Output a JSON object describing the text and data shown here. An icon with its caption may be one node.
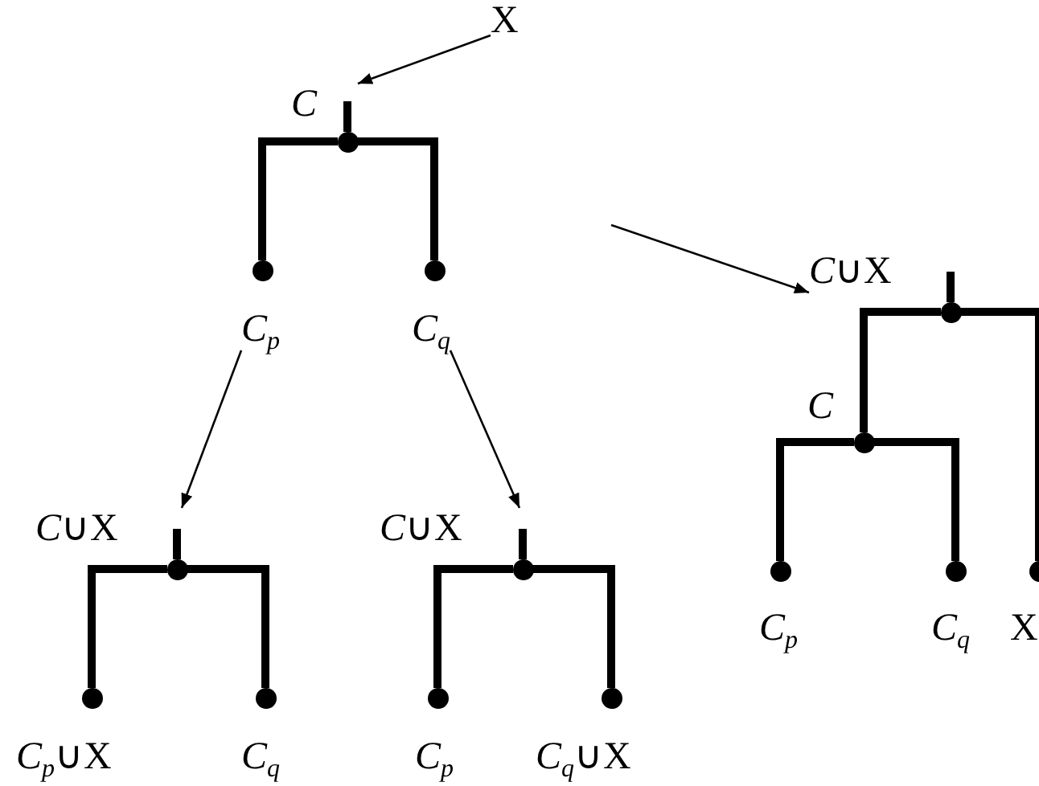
{
  "diagram": {
    "nodes": [
      {
        "text": [
          "X"
        ]
      },
      {
        "text": [
          "*C*"
        ]
      },
      {
        "text": [
          "*C*$_{p}$"
        ]
      },
      {
        "text": [
          "*C*$_{q}$"
        ]
      },
      {
        "text": [
          "*C*∪X"
        ]
      },
      {
        "text": [
          "*C*$_{p}$∪X"
        ]
      },
      {
        "text": [
          "*C*$_{q}$"
        ]
      },
      {
        "text": [
          "*C*∪X"
        ]
      },
      {
        "text": [
          "*C*$_{p}$"
        ]
      },
      {
        "text": [
          "*C*$_{q}$∪X"
        ]
      },
      {
        "text": [
          "*C*∪X"
        ]
      },
      {
        "text": [
          "*C*"
        ]
      },
      {
        "text": [
          "*C*$_{p}$"
        ]
      },
      {
        "text": [
          "*C*$_{q}$"
        ]
      },
      {
        "text": [
          "X"
        ]
      }
    ],
    "edges": [
      {
        "from": 0,
        "to": 1,
        "arrow": "to"
      },
      {
        "from": 1,
        "to": 2,
        "arrow": "none"
      },
      {
        "from": 1,
        "to": 3,
        "arrow": "none"
      },
      {
        "from": 2,
        "to": 4,
        "arrow": "to"
      },
      {
        "from": 3,
        "to": 7,
        "arrow": "to"
      },
      {
        "from": null,
        "to": 10,
        "arrow": "to"
      },
      {
        "from": 4,
        "to": 5,
        "arrow": "none"
      },
      {
        "from": 4,
        "to": 6,
        "arrow": "none"
      },
      {
        "from": 7,
        "to": 8,
        "arrow": "none"
      },
      {
        "from": 7,
        "to": 9,
        "arrow": "none"
      },
      {
        "from": 10,
        "to": 11,
        "arrow": "none"
      },
      {
        "from": 10,
        "to": 14,
        "arrow": "none"
      },
      {
        "from": 11,
        "to": 12,
        "arrow": "none"
      },
      {
        "from": 11,
        "to": 13,
        "arrow": "none"
      }
    ]
  }
}
